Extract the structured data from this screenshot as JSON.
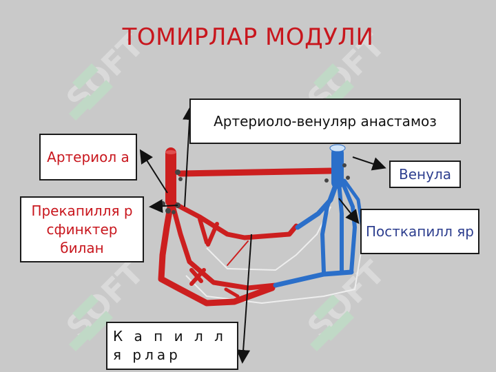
{
  "title": "ТОМИРЛАР МОДУЛИ",
  "labels": {
    "anastomosis": "Артериоло-венуляр анастамоз",
    "arteriole": "Артериол а",
    "venule": "Венула",
    "precapillary": "Прекапилля р сфинктер билан",
    "postcapillary": "Посткапилл яр",
    "capillaries": "К а п и л л я рлар"
  },
  "colors": {
    "artery": "#cc1f1f",
    "vein": "#2b6fc9",
    "title": "#c8161d"
  },
  "watermark": "SOFT"
}
